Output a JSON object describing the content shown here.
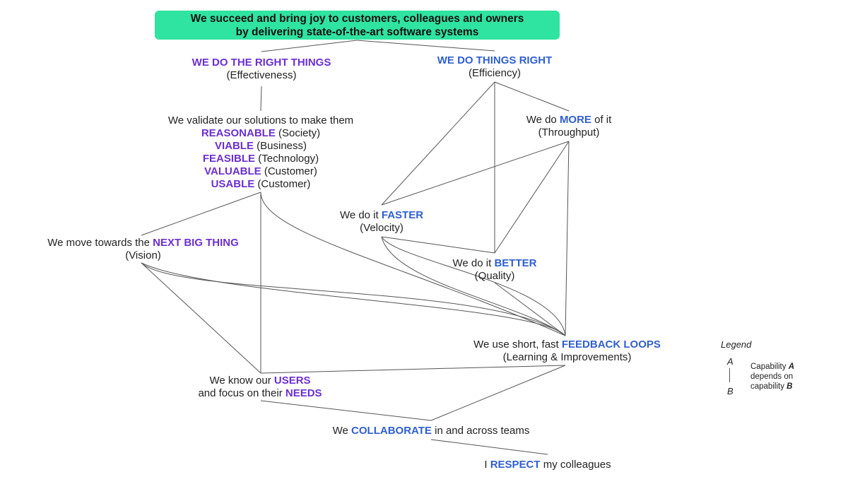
{
  "goal": {
    "line1": "We succeed and bring joy to customers, colleagues and owners",
    "line2": "by delivering state-of-the-art software systems"
  },
  "right_things": {
    "title": "WE DO THE RIGHT THINGS",
    "sub": "(Effectiveness)"
  },
  "things_right": {
    "title": "WE DO THINGS RIGHT",
    "sub": "(Efficiency)"
  },
  "validate": {
    "intro": "We validate our solutions to make them",
    "rows": [
      {
        "k": "REASONABLE",
        "v": " (Society)"
      },
      {
        "k": "VIABLE",
        "v": " (Business)"
      },
      {
        "k": "FEASIBLE",
        "v": " (Technology)"
      },
      {
        "k": "VALUABLE",
        "v": " (Customer)"
      },
      {
        "k": "USABLE",
        "v": " (Customer)"
      }
    ]
  },
  "more": {
    "pre": "We do ",
    "hl": "MORE",
    "post": " of it",
    "sub": "(Throughput)"
  },
  "faster": {
    "pre": "We do it ",
    "hl": "FASTER",
    "sub": "(Velocity)"
  },
  "better": {
    "pre": "We do it ",
    "hl": "BETTER",
    "sub": "(Quality)"
  },
  "next": {
    "pre": "We move towards the ",
    "hl": "NEXT BIG THING",
    "sub": "(Vision)"
  },
  "feedback": {
    "pre": "We use short, fast ",
    "hl": "FEEDBACK LOOPS",
    "sub": "(Learning & Improvements)"
  },
  "users": {
    "pre": "We know our ",
    "hl": "USERS",
    "pre2": "and focus on their ",
    "hl2": "NEEDS"
  },
  "collab": {
    "pre": "We ",
    "hl": "COLLABORATE",
    "post": " in and across teams"
  },
  "respect": {
    "pre": "I ",
    "hl": "RESPECT",
    "post": " my colleagues"
  },
  "legend": {
    "title": "Legend",
    "a": "A",
    "b": "B",
    "t1": "Capability ",
    "a_bold": "A",
    "t2": "depends on",
    "t3": "capability ",
    "b_bold": "B"
  },
  "colors": {
    "goal_bg": "#2fe3a0",
    "purple": "#6b2fd0",
    "blue": "#2f5fd0",
    "line": "#555555"
  }
}
